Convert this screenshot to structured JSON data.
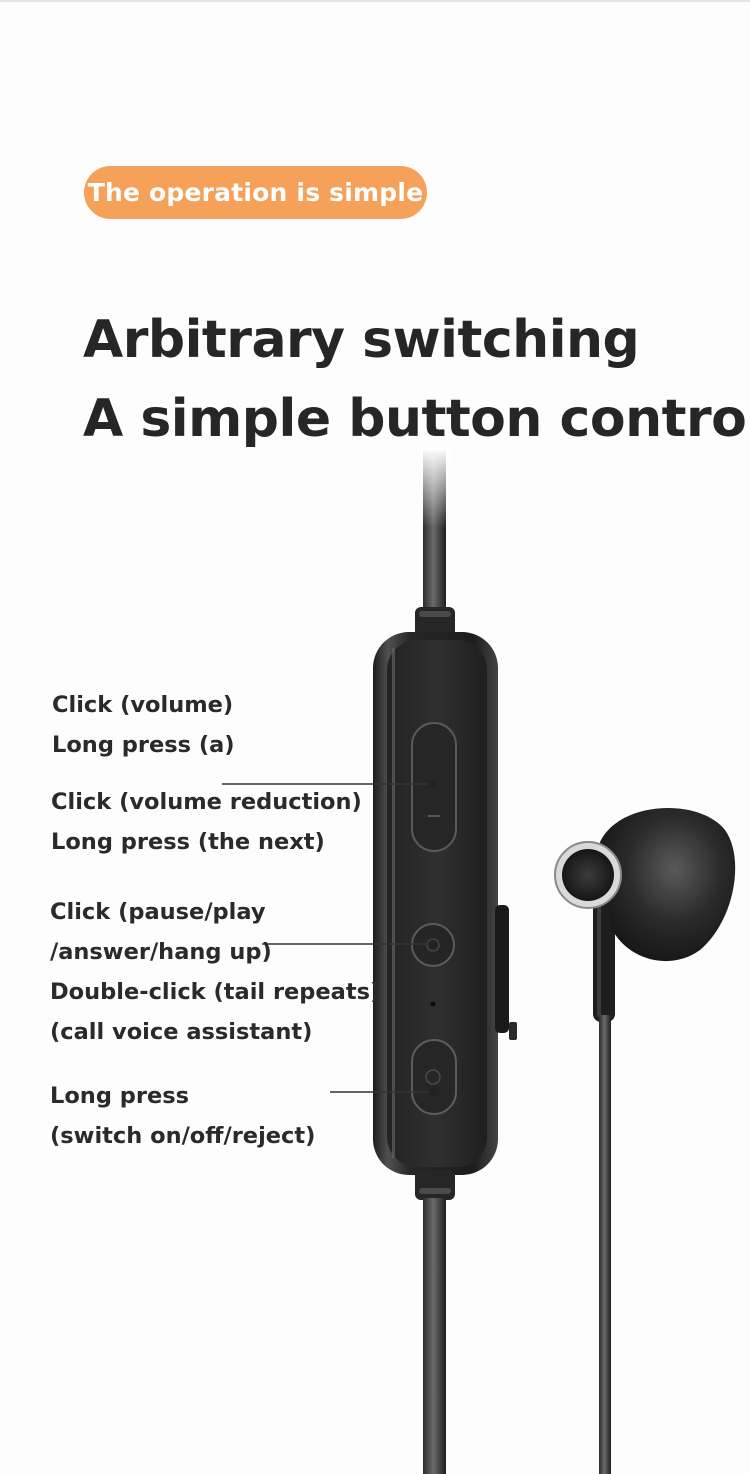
{
  "badge": {
    "text": "The operation is simple",
    "color": "#f6a15a"
  },
  "headline": {
    "line1": "Arbitrary switching",
    "line2": "A simple button control"
  },
  "labels": {
    "volume_up": [
      "Click (volume)",
      "Long press (a)"
    ],
    "volume_down": [
      "Click (volume reduction)",
      "Long press (the next)"
    ],
    "multifunction": [
      "Click (pause/play",
      "/answer/hang up)",
      "Double-click (tail repeats)",
      "(call voice assistant)"
    ],
    "power": [
      "Long press",
      "(switch on/off/reject)"
    ]
  },
  "product": {
    "name": "in-line remote with earbud",
    "icons": [
      "remote-control",
      "earbud-icon"
    ]
  }
}
